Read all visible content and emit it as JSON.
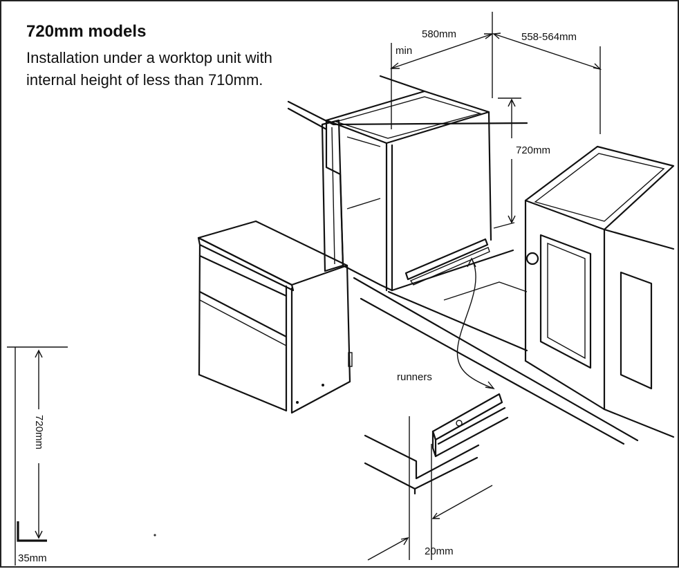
{
  "heading": {
    "title": "720mm models",
    "description": "Installation under a worktop unit with internal height of less than 710mm."
  },
  "dimensions": {
    "depth_min": "580mm",
    "min": "min",
    "width_range": "558-564mm",
    "height": "720mm",
    "side_height": "720mm",
    "plinth": "35mm",
    "runner_offset": "20mm"
  },
  "labels": {
    "runners": "runners"
  }
}
